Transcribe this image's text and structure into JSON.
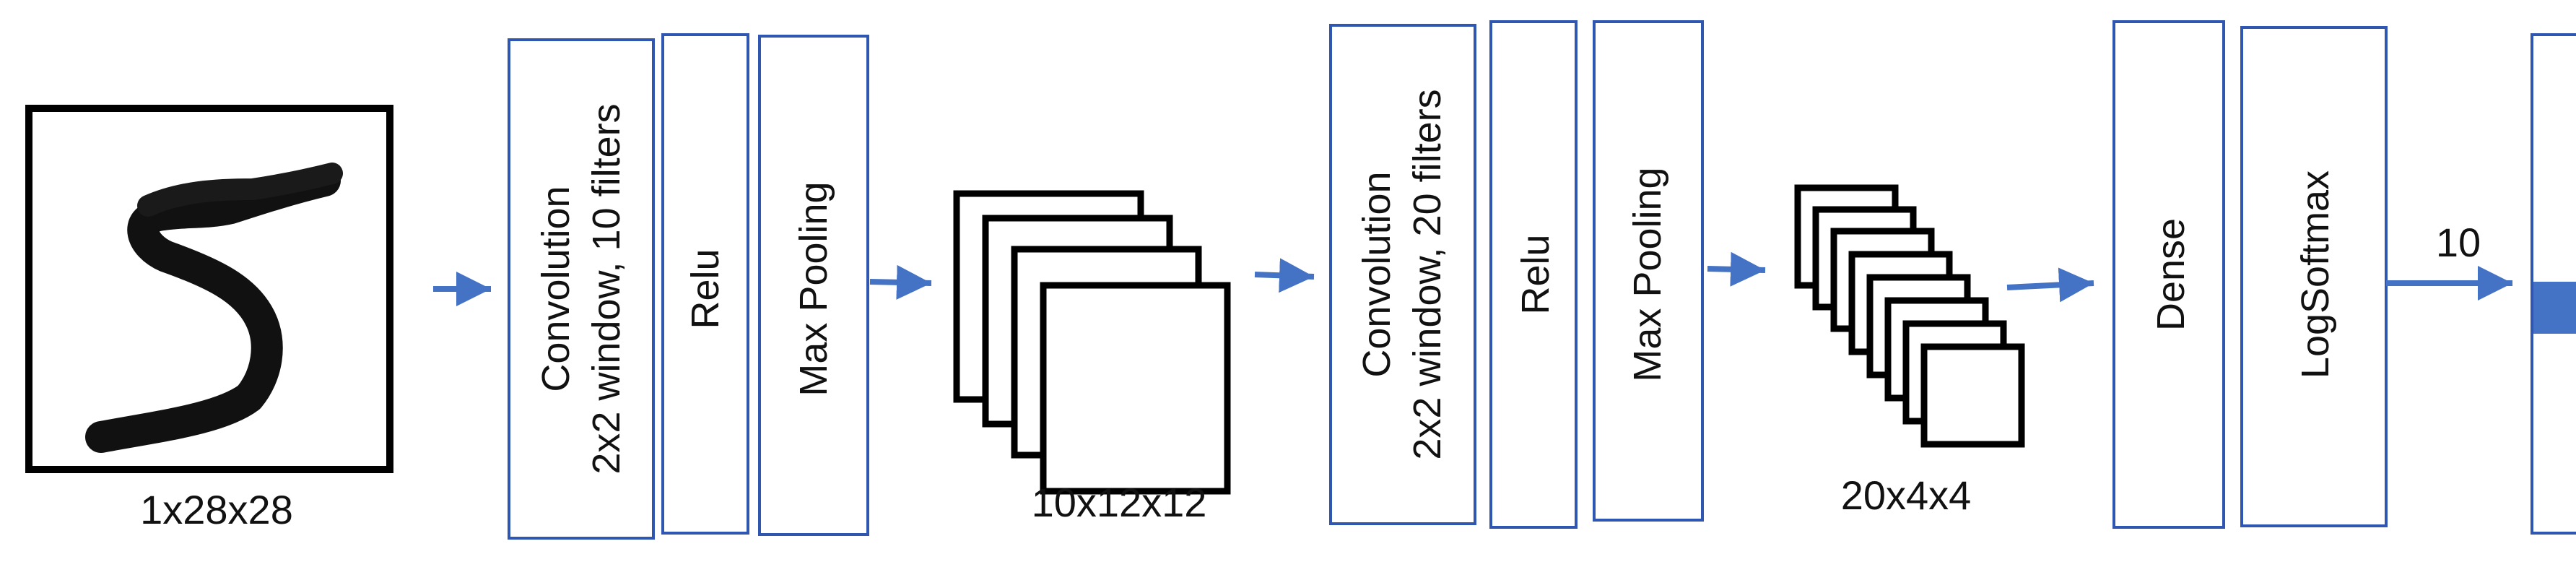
{
  "input": {
    "label": "1x28x28",
    "digit": "5"
  },
  "stage1": {
    "conv_line1": "Convolution",
    "conv_line2": "2x2 window, 10 filters",
    "relu": "Relu",
    "pool": "Max Pooling",
    "output_label": "10x12x12"
  },
  "stage2": {
    "conv_line1": "Convolution",
    "conv_line2": "2x2 window, 20 filters",
    "relu": "Relu",
    "pool": "Max Pooling",
    "output_label": "20x4x4"
  },
  "stage3": {
    "dense": "Dense",
    "logsoftmax": "LogSoftmax",
    "output_count": "10"
  },
  "colors": {
    "box_border": "#2f56b0",
    "arrow": "#4472c4",
    "accent": "#4472c4",
    "ink": "#000000"
  }
}
